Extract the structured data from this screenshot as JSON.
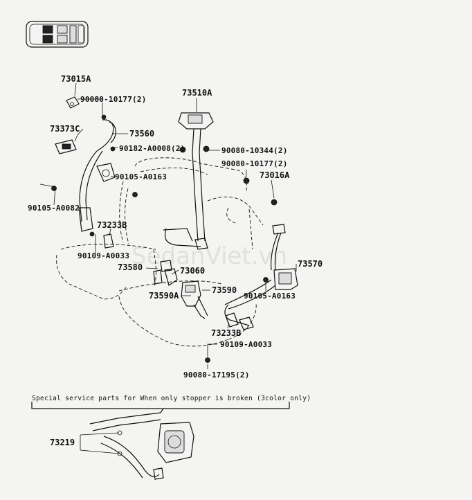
{
  "watermark": "SedanViet.vn",
  "note": "Special service parts for When only stopper is broken (3color only)",
  "parts": {
    "p73015A": "73015A",
    "p90080_10177_a": "90080-10177(2)",
    "p73373C": "73373C",
    "p73560": "73560",
    "p90182_A0008": "90182-A0008(2)",
    "p90105_A0163_a": "90105-A0163",
    "p90105_A0082": "90105-A0082",
    "p73233B_a": "73233B",
    "p90109_A0033_a": "90109-A0033",
    "p73510A": "73510A",
    "p90080_10344": "90080-10344(2)",
    "p90080_10177_b": "90080-10177(2)",
    "p73016A": "73016A",
    "p73570": "73570",
    "p73580": "73580",
    "p73060": "73060",
    "p73590": "73590",
    "p73590A": "73590A",
    "p90105_A0163_b": "90105-A0163",
    "p73233B_b": "73233B",
    "p90109_A0033_b": "90109-A0033",
    "p90080_17195": "90080-17195(2)",
    "p73219": "73219"
  }
}
